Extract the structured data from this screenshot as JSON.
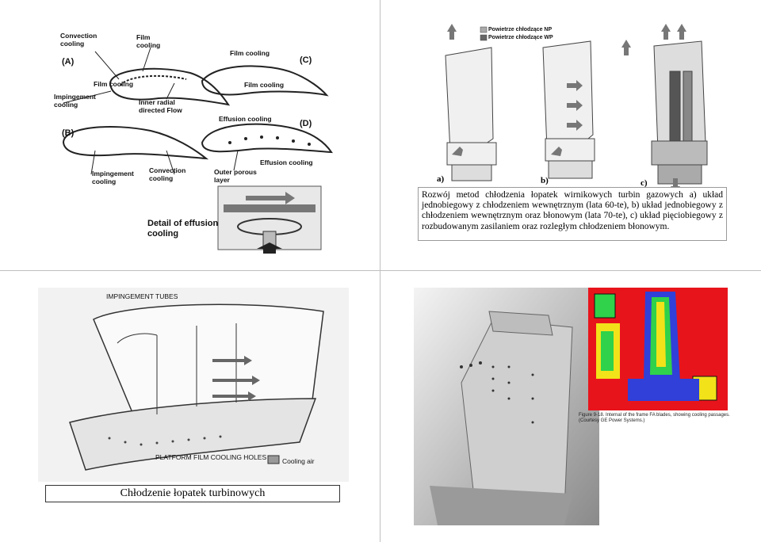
{
  "slide1_left": {
    "labels": {
      "convection_cooling_a": "Convection cooling",
      "film_cooling_a": "Film cooling",
      "a": "(A)",
      "film_cooling_a2": "Film cooling",
      "impingement_a": "Impingement cooling",
      "inner_radial": "Inner radial directed Flow",
      "film_cooling_c": "Film cooling",
      "c": "(C)",
      "film_cooling_c2": "Film cooling",
      "effusion_cooling_d": "Effusion cooling",
      "d": "(D)",
      "b": "(B)",
      "impingement_b": "Impingement cooling",
      "convection_b": "Convection cooling",
      "outer_porous": "Outer porous layer",
      "effusion_cooling_d2": "Effusion cooling",
      "detail_effusion": "Detail of effusion cooling"
    }
  },
  "slide1_right": {
    "legend_np": "Powietrze chłodzące NP",
    "legend_wp": "Powietrze chłodzące WP",
    "a": "a)",
    "b": "b)",
    "c": "c)",
    "caption": "Rozwój metod chłodzenia łopatek wirnikowych turbin gazowych a) układ jednobiegowy z chłodzeniem wewnętrznym (lata 60-te), b) układ jednobiegowy z chłodzeniem wewnętrznym oraz błonowym (lata 70-te), c) układ pięciobiegowy z rozbudowanym zasilaniem oraz rozległym chłodzeniem błonowym."
  },
  "slide2_left": {
    "impingement_tubes": "IMPINGEMENT TUBES",
    "platform_holes": "PLATFORM FILM COOLING HOLES",
    "cooling_air": "Cooling air",
    "title": "Chłodzenie łopatek turbinowych"
  },
  "slide2_right": {
    "figure_caption": "Figure 9-18. Internal of the frame FA blades, showing cooling passages. (Courtesy GE Power Systems.)",
    "colors": {
      "thermal_red": "#e8141c",
      "thermal_green": "#2fd24a",
      "thermal_blue": "#3040d8",
      "thermal_yellow": "#f2e21a"
    }
  }
}
